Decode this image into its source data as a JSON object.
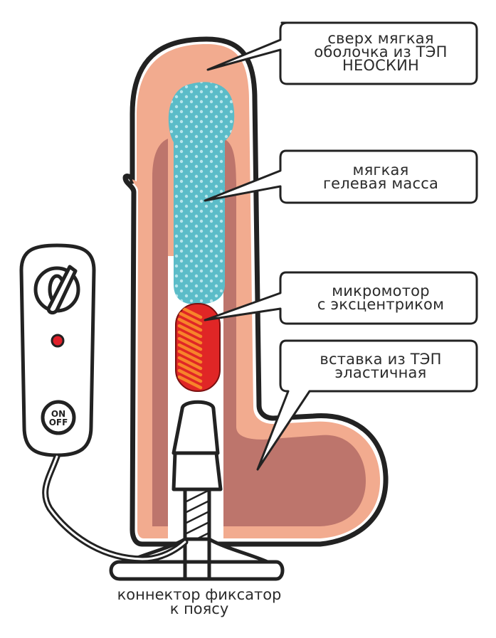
{
  "diagram": {
    "title": "Device cross-section diagram",
    "colors": {
      "outline": "#222222",
      "outer_shell": "#f2ab8f",
      "inner_insert": "#bd756c",
      "gel_mass": "#5bbcc8",
      "gel_dots": "#b9e6ec",
      "motor_body": "#e02626",
      "motor_stripes": "#f7842a",
      "led": "#e0202a",
      "background": "#ffffff"
    },
    "callouts": [
      {
        "id": "shell",
        "text": "сверх мягкая\nоболочка из ТЭП\nНЕОСКИН"
      },
      {
        "id": "gel",
        "text": "мягкая\nгелевая масса"
      },
      {
        "id": "motor",
        "text": "микромотор\nс эксцентриком"
      },
      {
        "id": "insert",
        "text": "вставка из ТЭП\nэластичная"
      }
    ],
    "bottom_label": "коннектор фиксатор\nк поясу",
    "remote": {
      "button_label": "ON\nOFF",
      "icons": [
        "dial-icon",
        "led-indicator"
      ]
    }
  }
}
